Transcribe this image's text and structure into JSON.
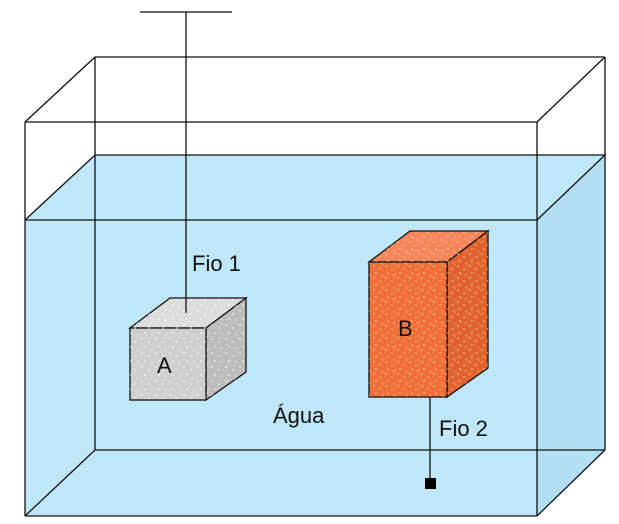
{
  "labels": {
    "fio1": "Fio 1",
    "fio2": "Fio 2",
    "block_a": "A",
    "block_b": "B",
    "water": "Água"
  },
  "colors": {
    "water": "#bfe7f7",
    "water_side": "#b3dff2",
    "outline": "#111111",
    "block_a_front": "#cfcfcf",
    "block_a_top": "#dcdcdc",
    "block_a_side": "#bdbdbd",
    "block_b_front": "#f07038",
    "block_b_top": "#f5855a",
    "block_b_side": "#e0622c",
    "speckle": "#ffffff",
    "anchor": "#000000"
  }
}
